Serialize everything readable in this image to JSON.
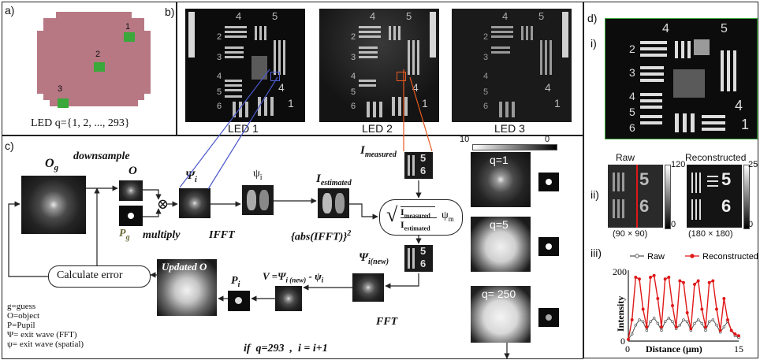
{
  "panel_a": {
    "label": "a)",
    "caption": "LED q={1, 2, ..., 293}",
    "leds": [
      "1",
      "2",
      "3"
    ],
    "colors": {
      "disk": "#b77884",
      "led": "#3aa83a"
    }
  },
  "panel_b": {
    "label": "b)",
    "images": [
      "LED 1",
      "LED 2",
      "LED 3"
    ],
    "group_numbers": [
      "4",
      "5"
    ],
    "side_numbers": [
      "2",
      "3",
      "4",
      "5",
      "6"
    ],
    "corner_numbers": [
      "4",
      "1"
    ]
  },
  "panel_c": {
    "label": "c)",
    "Og": "O",
    "Og_sub": "g",
    "downsample": "downsample",
    "O": "O",
    "Pg": "P",
    "Pg_sub": "g",
    "multiply_symbol": "⊗",
    "multiply": "multiply",
    "psi_i": "Ψ",
    "psi_i_sub": "i",
    "ifft": "IFFT",
    "psi_small": "ψ",
    "psi_small_sub": "i",
    "I_estimated": "I",
    "I_estimated_sub": "estimated",
    "abs_label": "{abs(IFFT)}",
    "abs_sup": "2",
    "I_measured": "I",
    "I_measured_sub": "measured",
    "ratio_num": "I",
    "ratio_num_sub": "measured",
    "ratio_den": "I",
    "ratio_den_sub": "estimated",
    "psi_m": "ψ",
    "psi_m_sub": "m",
    "psi_new": "Ψ",
    "psi_new_sub": "i(new)",
    "fft": "FFT",
    "update_eq": "V =Ψ",
    "update_eq_sub1": "i (new)",
    "update_eq_mid": " - ψ",
    "update_eq_sub2": "i",
    "Pi": "P",
    "Pi_sub": "i",
    "updated_O": "Updated O",
    "calc_error": "Calculate error",
    "legend": [
      "g=guess",
      "O=object",
      "P=Pupil",
      "Ψ= exit wave (FFT)",
      "ψ= exit wave (spatial)"
    ],
    "loop_text": "if  q=293  ,  i = i+1",
    "colorbar_ticks": [
      "10",
      "0"
    ],
    "q_labels": [
      "q=1",
      "q=5",
      "q= 250"
    ],
    "small_digits": [
      "5",
      "6"
    ]
  },
  "panel_d": {
    "label": "d)",
    "sub_i": "i)",
    "sub_ii": "ii)",
    "sub_iii": "iii)",
    "raw_title": "Raw",
    "raw_size": "(90 × 90)",
    "raw_ticks": [
      "120",
      "0"
    ],
    "rec_title": "Reconstructed",
    "rec_size": "(180 × 180)",
    "rec_ticks": [
      "25",
      "0"
    ],
    "group_numbers": [
      "4",
      "5"
    ],
    "side_numbers": [
      "2",
      "3",
      "4",
      "5",
      "6"
    ],
    "corner_numbers": [
      "4",
      "1"
    ],
    "digits": [
      "5",
      "6"
    ]
  },
  "chart_data": {
    "type": "line",
    "title": "",
    "xlabel": "Distance (μm)",
    "ylabel": "Intensity",
    "xlim": [
      0,
      15
    ],
    "ylim": [
      0,
      200
    ],
    "x_ticks": [
      "0",
      "15"
    ],
    "y_ticks": [
      "0",
      "200"
    ],
    "legend_position": "top",
    "x": [
      0,
      0.5,
      1,
      1.5,
      2,
      2.5,
      3,
      3.5,
      4,
      4.5,
      5,
      5.5,
      6,
      6.5,
      7,
      7.5,
      8,
      8.5,
      9,
      9.5,
      10,
      10.5,
      11,
      11.5,
      12,
      12.5,
      13,
      13.5,
      14,
      14.5,
      15
    ],
    "series": [
      {
        "name": "Raw",
        "color": "#555555",
        "values": [
          5,
          20,
          45,
          60,
          55,
          30,
          55,
          65,
          50,
          30,
          55,
          65,
          55,
          35,
          45,
          60,
          55,
          30,
          50,
          60,
          50,
          30,
          55,
          60,
          45,
          25,
          40,
          55,
          30,
          15,
          10
        ]
      },
      {
        "name": "Reconstructed",
        "color": "#e01818",
        "values": [
          5,
          60,
          180,
          175,
          90,
          40,
          180,
          185,
          120,
          40,
          175,
          180,
          100,
          40,
          170,
          165,
          80,
          35,
          160,
          170,
          90,
          40,
          165,
          170,
          90,
          30,
          120,
          60,
          30,
          20,
          15
        ]
      }
    ]
  }
}
